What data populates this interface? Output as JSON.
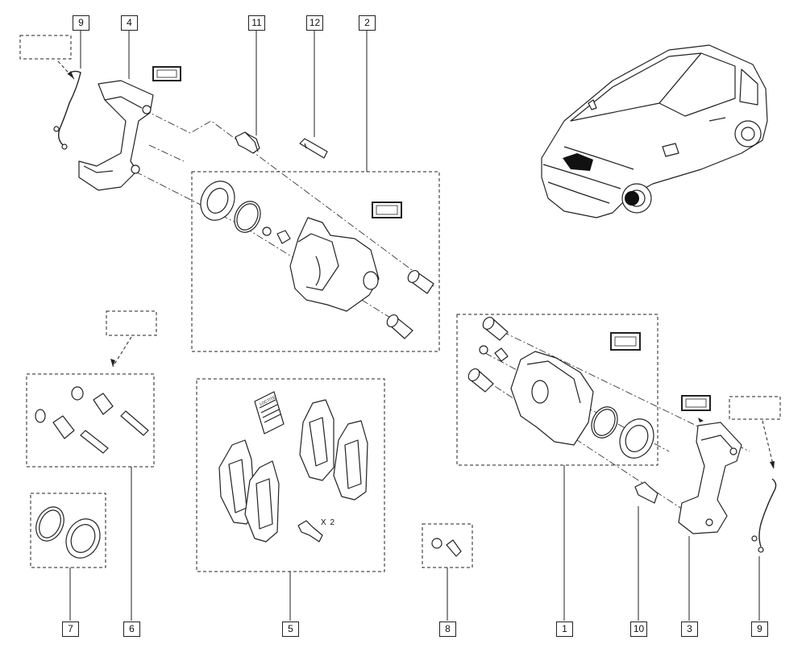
{
  "diagram": {
    "labels": [
      "9",
      "4",
      "11",
      "12",
      "2",
      "7",
      "6",
      "5",
      "8",
      "1",
      "10",
      "3",
      "9"
    ],
    "quantity_note": "X 2",
    "booklet_text": "LOCTITE"
  }
}
